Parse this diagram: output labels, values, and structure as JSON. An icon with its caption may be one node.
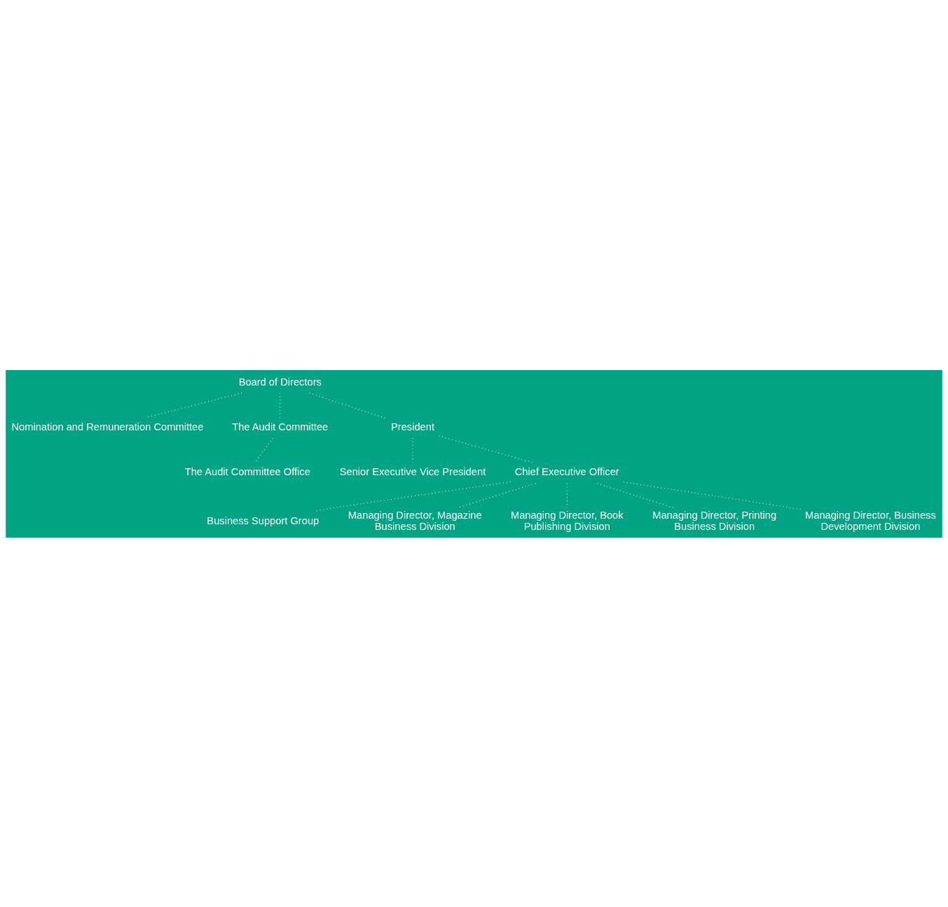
{
  "diagram": {
    "nodes": [
      {
        "text": [
          "Board of Directors"
        ]
      },
      {
        "text": [
          "Nomination and Remuneration Committee"
        ]
      },
      {
        "text": [
          "The Audit Committee"
        ]
      },
      {
        "text": [
          "The Audit Committee Office"
        ]
      },
      {
        "text": [
          "President"
        ]
      },
      {
        "text": [
          "Senior Executive Vice President"
        ]
      },
      {
        "text": [
          "Chief Executive Officer"
        ]
      },
      {
        "text": [
          "Business Support Group"
        ]
      },
      {
        "text": [
          "Managing Director, Magazine Business Division"
        ]
      },
      {
        "text": [
          "Managing Director, Book Publishing Division"
        ]
      },
      {
        "text": [
          "Managing Director, Printing Business Division"
        ]
      },
      {
        "text": [
          "Managing Director, Business Development Division"
        ]
      }
    ],
    "edges": [
      {
        "from": 0,
        "to": 1,
        "arrow": "none"
      },
      {
        "from": 0,
        "to": 2,
        "arrow": "none"
      },
      {
        "from": 2,
        "to": 3,
        "arrow": "none"
      },
      {
        "from": 0,
        "to": 4,
        "arrow": "none"
      },
      {
        "from": 4,
        "to": 5,
        "arrow": "none"
      },
      {
        "from": 4,
        "to": 6,
        "arrow": "none"
      },
      {
        "from": 6,
        "to": 7,
        "arrow": "none"
      },
      {
        "from": 6,
        "to": 8,
        "arrow": "none"
      },
      {
        "from": 6,
        "to": 9,
        "arrow": "none"
      },
      {
        "from": 6,
        "to": 10,
        "arrow": "none"
      },
      {
        "from": 6,
        "to": 11,
        "arrow": "none"
      }
    ]
  }
}
